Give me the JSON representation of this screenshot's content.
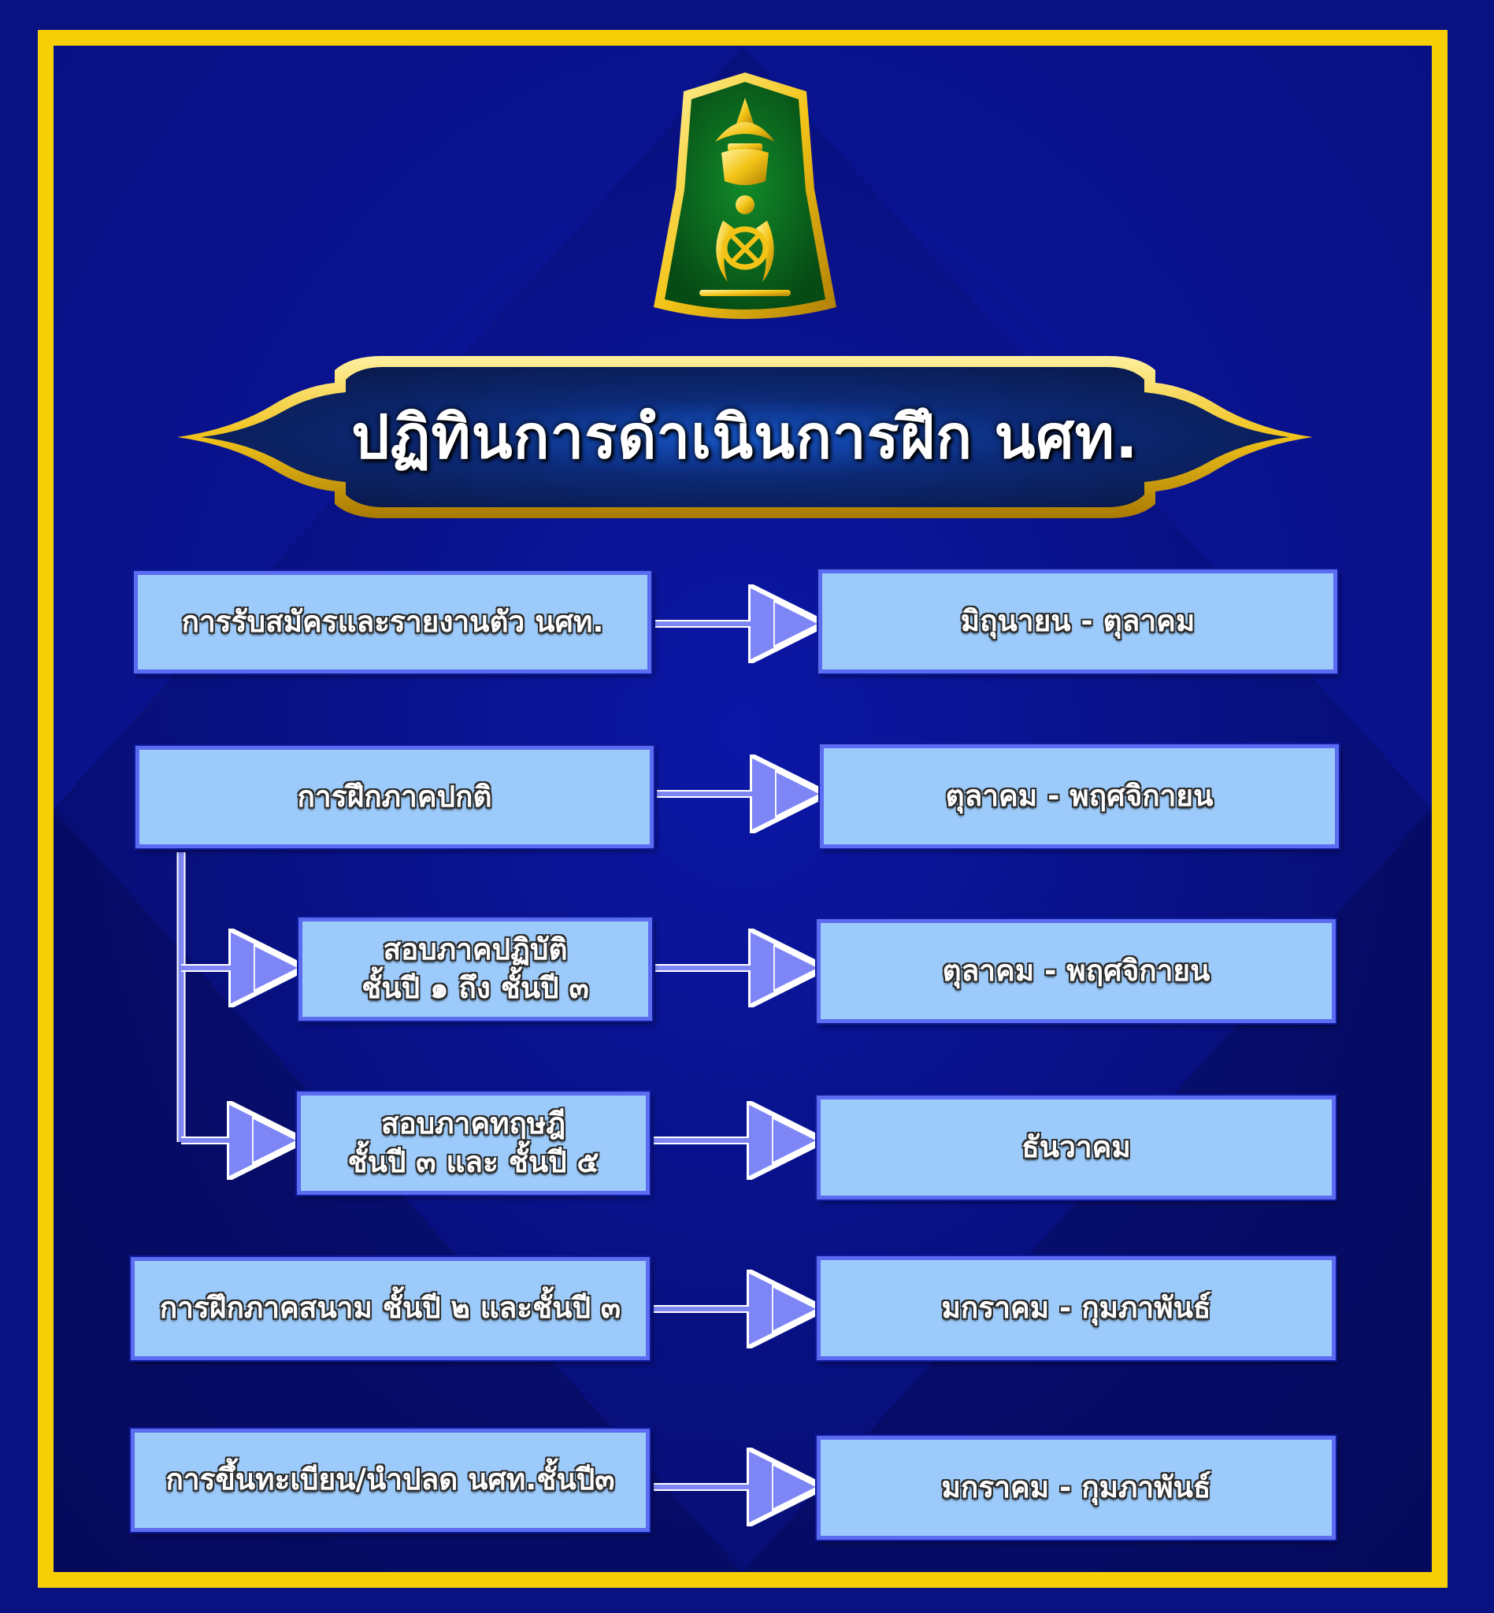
{
  "title": "ปฏิทินการดำเนินการฝึก นศท.",
  "emblem": {
    "name": "rotc-emblem",
    "colors": {
      "shield": "#0b6b1f",
      "gold": "#f3c417"
    }
  },
  "colors": {
    "background": "#0a1282",
    "border": "#f7cf06",
    "box_fill": "#9ccbfb",
    "box_border": "#5c6cf0",
    "connector": "#7e86f6"
  },
  "steps": [
    {
      "activity": "การรับสมัครและรายงานตัว นศท.",
      "period": "มิถุนายน - ตุลาคม"
    },
    {
      "activity": "การฝึกภาคปกติ",
      "period": "ตุลาคม - พฤศจิกายน"
    },
    {
      "activity": "สอบภาคปฏิบัติ\nชั้นปี ๑ ถึง ชั้นปี ๓",
      "period": "ตุลาคม - พฤศจิกายน"
    },
    {
      "activity": "สอบภาคทฤษฎี\nชั้นปี ๓ และ ชั้นปี ๕",
      "period": "ธันวาคม"
    },
    {
      "activity": "การฝึกภาคสนาม ชั้นปี ๒ และชั้นปี ๓",
      "period": "มกราคม - กุมภาพันธ์"
    },
    {
      "activity": "การขึ้นทะเบียน/นำปลด นศท.ชั้นปี๓",
      "period": "มกราคม - กุมภาพันธ์"
    }
  ]
}
